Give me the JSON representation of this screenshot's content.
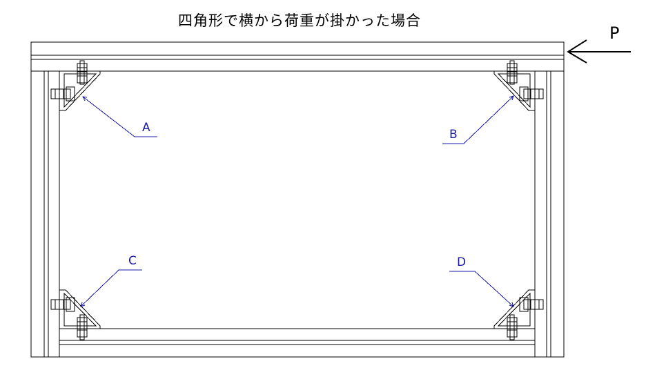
{
  "diagram": {
    "title": "四角形で横から荷重が掛かった場合",
    "force_label": "P",
    "corners": {
      "a": "A",
      "b": "B",
      "c": "C",
      "d": "D"
    },
    "colors": {
      "line": "#000000",
      "leader": "#1a1aa8"
    }
  }
}
